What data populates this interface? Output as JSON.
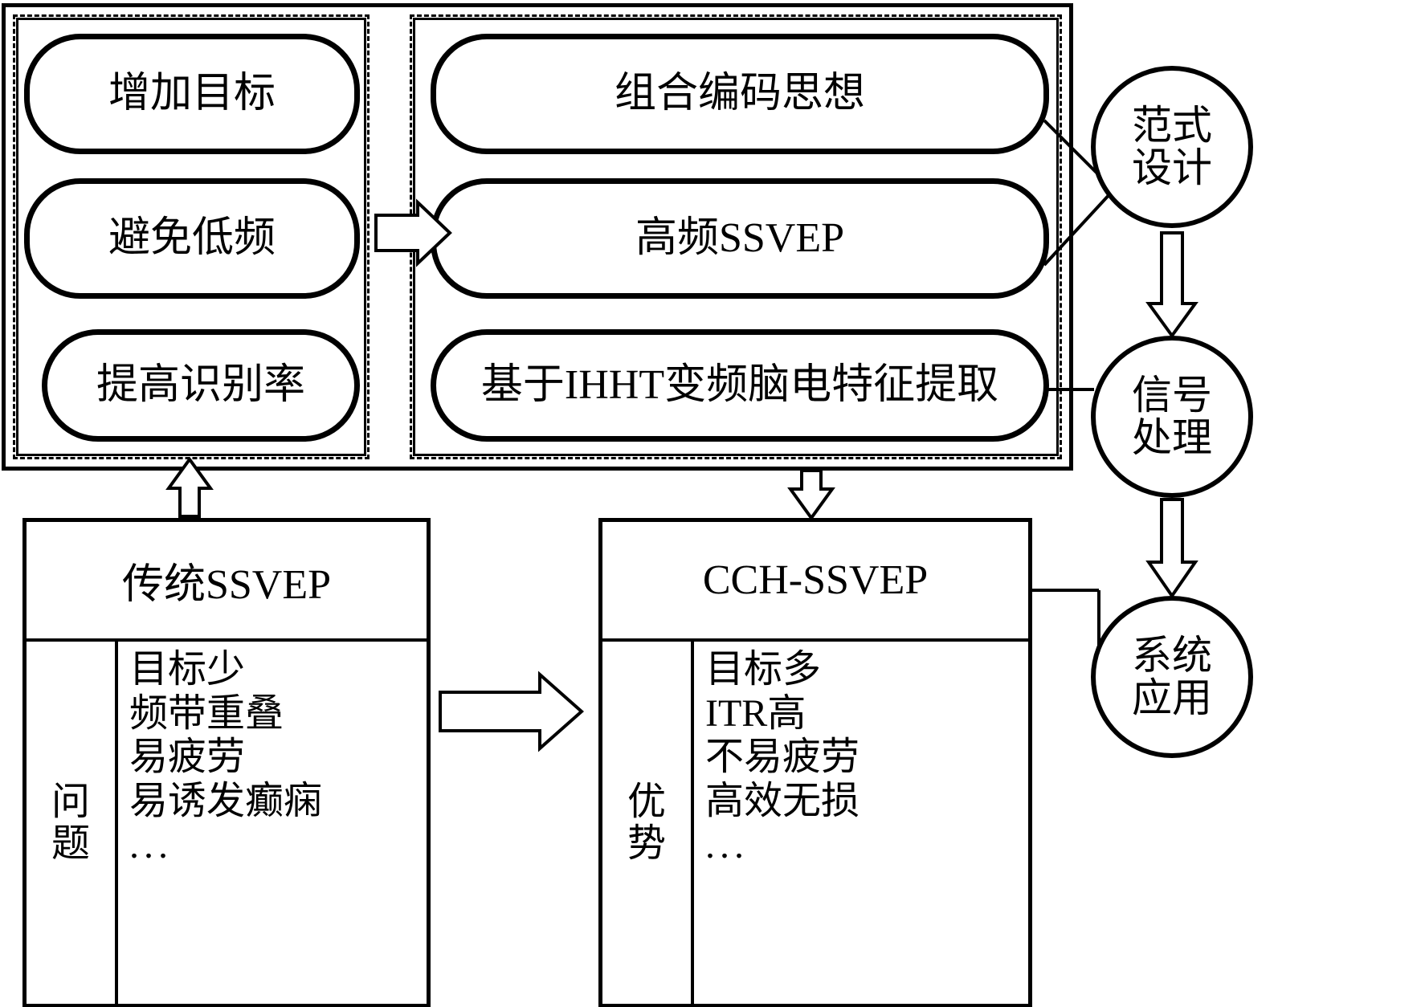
{
  "diagram": {
    "left_group": {
      "nodes": [
        {
          "id": "add-target",
          "label": "增加目标"
        },
        {
          "id": "avoid-low",
          "label": "避免低频"
        },
        {
          "id": "improve-rate",
          "label": "提高识别率"
        }
      ]
    },
    "right_group": {
      "nodes": [
        {
          "id": "combined-coding",
          "label": "组合编码思想"
        },
        {
          "id": "high-freq-ssvep",
          "label": "高频SSVEP"
        },
        {
          "id": "ihht-feature",
          "label": "基于IHHT变频脑电特征提取"
        }
      ]
    },
    "circles": [
      {
        "id": "paradigm-design",
        "line1": "范式",
        "line2": "设计"
      },
      {
        "id": "signal-processing",
        "line1": "信号",
        "line2": "处理"
      },
      {
        "id": "system-application",
        "line1": "系统",
        "line2": "应用"
      }
    ],
    "bottom_boxes": [
      {
        "id": "traditional-ssvep",
        "title": "传统SSVEP",
        "label_line1": "问",
        "label_line2": "题",
        "items": [
          "目标少",
          "频带重叠",
          "易疲劳",
          "易诱发癫痫",
          "..."
        ]
      },
      {
        "id": "cch-ssvep",
        "title": "CCH-SSVEP",
        "label_line1": "优",
        "label_line2": "势",
        "items": [
          "目标多",
          "ITR高",
          "不易疲劳",
          "高效无损",
          "..."
        ]
      }
    ],
    "arrows": [
      {
        "id": "left-to-right-arrow",
        "direction": "right"
      },
      {
        "id": "trad-to-cch-arrow",
        "direction": "right"
      },
      {
        "id": "trad-up-arrow",
        "direction": "up"
      },
      {
        "id": "frame-down-to-cch",
        "direction": "down"
      },
      {
        "id": "paradigm-to-signal",
        "direction": "down"
      },
      {
        "id": "signal-to-system",
        "direction": "down"
      }
    ],
    "colors": {
      "stroke": "#000000",
      "background": "#ffffff"
    }
  }
}
